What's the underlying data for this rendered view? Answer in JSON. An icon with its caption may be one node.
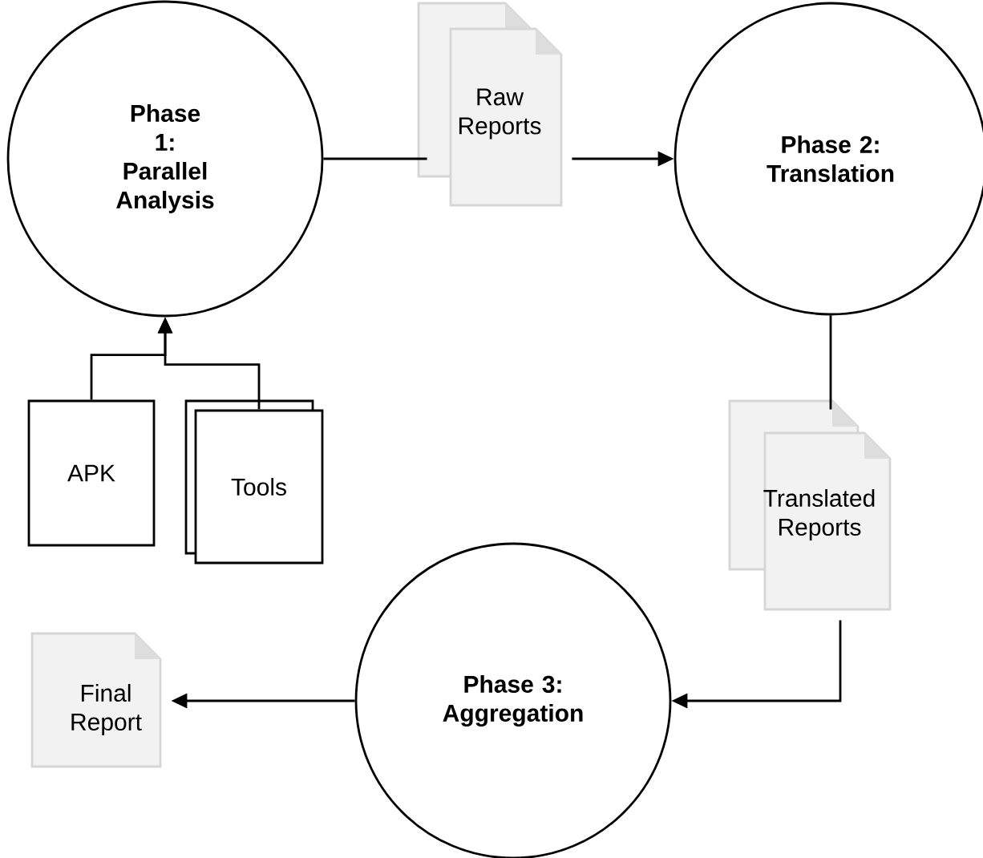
{
  "diagram": {
    "nodes": [
      {
        "text": [
          "Phase 1: Parallel Analysis"
        ]
      },
      {
        "text": [
          "Raw Reports"
        ]
      },
      {
        "text": [
          "Phase 2: Translation"
        ]
      },
      {
        "text": [
          "Translated Reports"
        ]
      },
      {
        "text": [
          "Phase 3: Aggregation"
        ]
      },
      {
        "text": [
          "Final Report"
        ]
      },
      {
        "text": [
          "APK"
        ]
      },
      {
        "text": [
          "Tools"
        ]
      }
    ],
    "edges": [
      {
        "from": 0,
        "to": 1,
        "arrow": "none"
      },
      {
        "from": 1,
        "to": 2,
        "arrow": "to"
      },
      {
        "from": 2,
        "to": 3,
        "arrow": "none"
      },
      {
        "from": 3,
        "to": 4,
        "arrow": "to"
      },
      {
        "from": 4,
        "to": 5,
        "arrow": "to"
      },
      {
        "from": 6,
        "to": 0,
        "arrow": "to"
      },
      {
        "from": 7,
        "to": 0,
        "arrow": "to"
      }
    ]
  }
}
